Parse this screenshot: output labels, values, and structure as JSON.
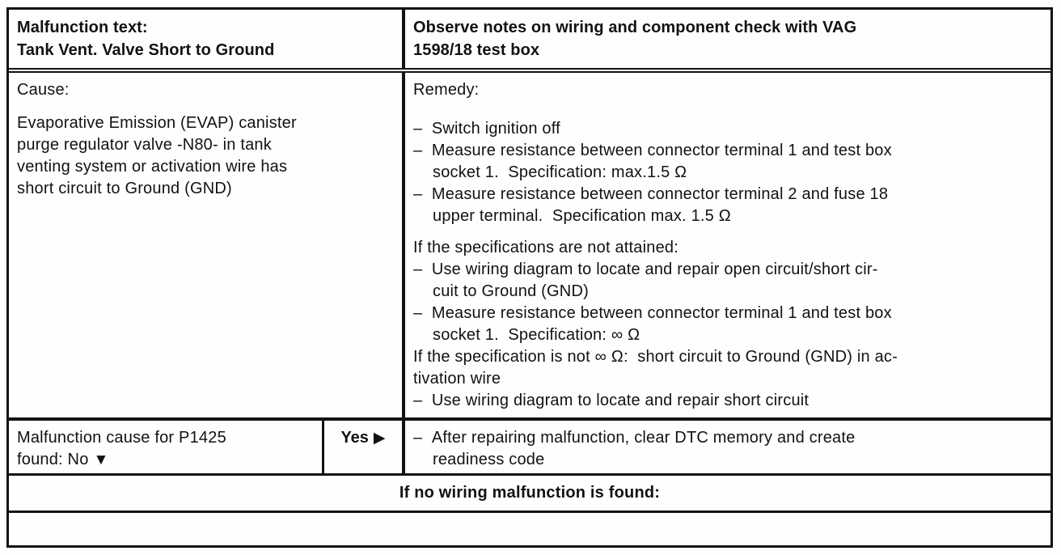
{
  "doc": {
    "header": {
      "left_line1": "Malfunction text:",
      "left_line2": "Tank Vent. Valve Short to Ground",
      "right_line1": "Observe notes on wiring and component check with VAG",
      "right_line2": "1598/18 test box"
    },
    "cause": {
      "label": "Cause:",
      "lines": [
        {
          "t": "Evaporative Emission (EVAP) canister"
        },
        {
          "t": "purge regulator valve -N80- in tank"
        },
        {
          "t": "venting system or activation wire has"
        },
        {
          "t": "short circuit to Ground (GND)"
        }
      ]
    },
    "remedy": {
      "label": "Remedy:",
      "lines": [
        {
          "t": "–  Switch ignition off",
          "s": "block-gap"
        },
        {
          "t": "–  Measure resistance between connector terminal 1 and test box"
        },
        {
          "t": "socket 1.  Specification: max.1.5 Ω",
          "s": "cont"
        },
        {
          "t": "–  Measure resistance between connector terminal 2 and fuse 18"
        },
        {
          "t": "upper terminal.  Specification max. 1.5 Ω",
          "s": "cont"
        },
        {
          "t": "If the specifications are not attained:",
          "s": "gap"
        },
        {
          "t": "–  Use wiring diagram to locate and repair open circuit/short cir-"
        },
        {
          "t": "cuit to Ground (GND)",
          "s": "cont"
        },
        {
          "t": "–  Measure resistance between connector terminal 1 and test box"
        },
        {
          "t": "socket 1.  Specification: ∞ Ω",
          "s": "cont"
        },
        {
          "t": "If the specification is not ∞ Ω:  short circuit to Ground (GND) in ac-"
        },
        {
          "t": "tivation wire"
        },
        {
          "t": "–  Use wiring diagram to locate and repair short circuit"
        }
      ]
    },
    "decision": {
      "question_line1": "Malfunction cause for P1425",
      "question_line2": "found: No",
      "no_arrow": "▼",
      "yes_label": "Yes",
      "yes_arrow": "▶",
      "action_lines": [
        {
          "t": "–  After repairing malfunction, clear DTC memory and create"
        },
        {
          "t": "readiness code",
          "s": "cont"
        }
      ]
    },
    "footer": {
      "text": "If no wiring malfunction is found:"
    },
    "colors": {
      "border": "#131313",
      "text": "#121212",
      "background": "#fefefe"
    }
  }
}
